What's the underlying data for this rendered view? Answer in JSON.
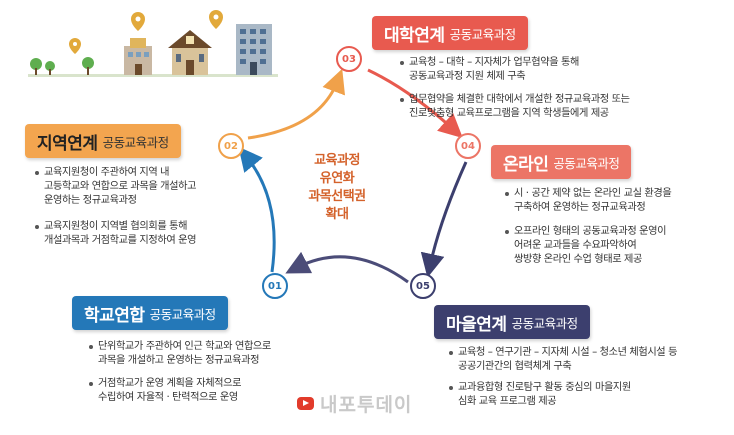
{
  "center": {
    "lines": [
      "교육과정",
      "유연화",
      "과목선택권",
      "확대"
    ]
  },
  "watermark": "내포투데이",
  "sections": [
    {
      "num": "01",
      "title": "학교연합",
      "subtitle": "공동교육과정",
      "bullets": [
        [
          "단위학교가 주관하여 인근 학교와 연합으로",
          "과목을 개설하고 운영하는 정규교육과정"
        ],
        [
          "거점학교가 운영 계획을 자체적으로",
          "수립하여 자율적 · 탄력적으로 운영"
        ]
      ]
    },
    {
      "num": "02",
      "title": "지역연계",
      "subtitle": "공동교육과정",
      "bullets": [
        [
          "교육지원청이 주관하여 지역 내",
          "고등학교와 연합으로 과목을 개설하고",
          "운영하는 정규교육과정"
        ],
        [
          "교육지원청이 지역별 협의회를 통해",
          "개설과목과 거점학교를 지정하여 운영"
        ]
      ]
    },
    {
      "num": "03",
      "title": "대학연계",
      "subtitle": "공동교육과정",
      "bullets": [
        [
          "교육청 – 대학 – 지자체가 업무협약을 통해",
          "공동교육과정 지원 체제 구축"
        ],
        [
          "업무협약을 체결한 대학에서 개설한 정규교육과정 또는",
          "진로맞춤형 교육프로그램을 지역 학생들에게 제공"
        ]
      ]
    },
    {
      "num": "04",
      "title": "온라인",
      "subtitle": "공동교육과정",
      "bullets": [
        [
          "시 · 공간 제약 없는 온라인 교실 환경을",
          "구축하여 운영하는 정규교육과정"
        ],
        [
          "오프라인 형태의 공동교육과정 운영이",
          "어려운 교과들을 수요파악하여",
          "쌍방향 온라인 수업 형태로 제공"
        ]
      ]
    },
    {
      "num": "05",
      "title": "마을연계",
      "subtitle": "공동교육과정",
      "bullets": [
        [
          "교육청 – 연구기관 – 지자체 시설 – 청소년 체험시설 등",
          "공공기관간의 협력체계 구축"
        ],
        [
          "교과융합형 진로탐구 활동 중심의 마을지원",
          "심화 교육 프로그램 제공"
        ]
      ]
    }
  ],
  "colors": {
    "blue": "#2478b8",
    "orange": "#f0a14a",
    "red": "#e85a4f",
    "purple": "#3c3f6e",
    "green": "#4aa36a",
    "coral": "#ec7566"
  }
}
